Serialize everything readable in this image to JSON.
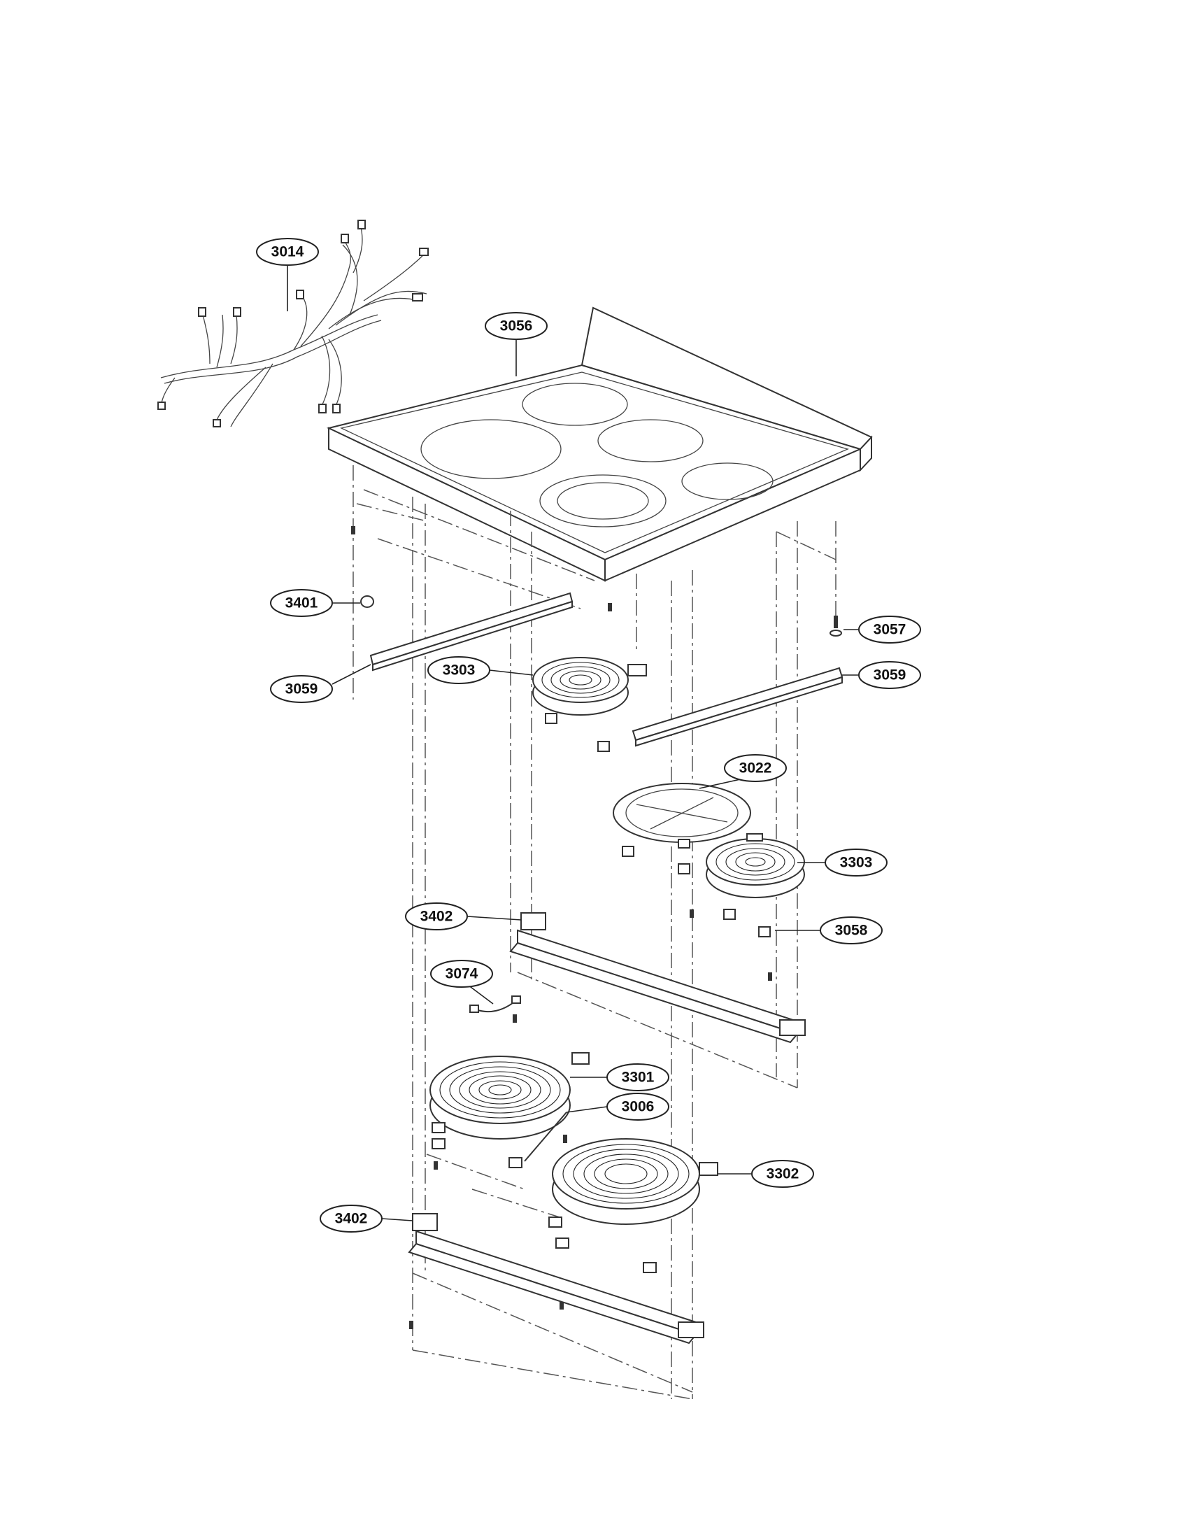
{
  "callouts": {
    "c3014": "3014",
    "c3056": "3056",
    "c3401": "3401",
    "c3057": "3057",
    "c3059a": "3059",
    "c3059b": "3059",
    "c3303a": "3303",
    "c3303b": "3303",
    "c3022": "3022",
    "c3402a": "3402",
    "c3058": "3058",
    "c3074": "3074",
    "c3301": "3301",
    "c3006": "3006",
    "c3302": "3302",
    "c3402b": "3402"
  }
}
